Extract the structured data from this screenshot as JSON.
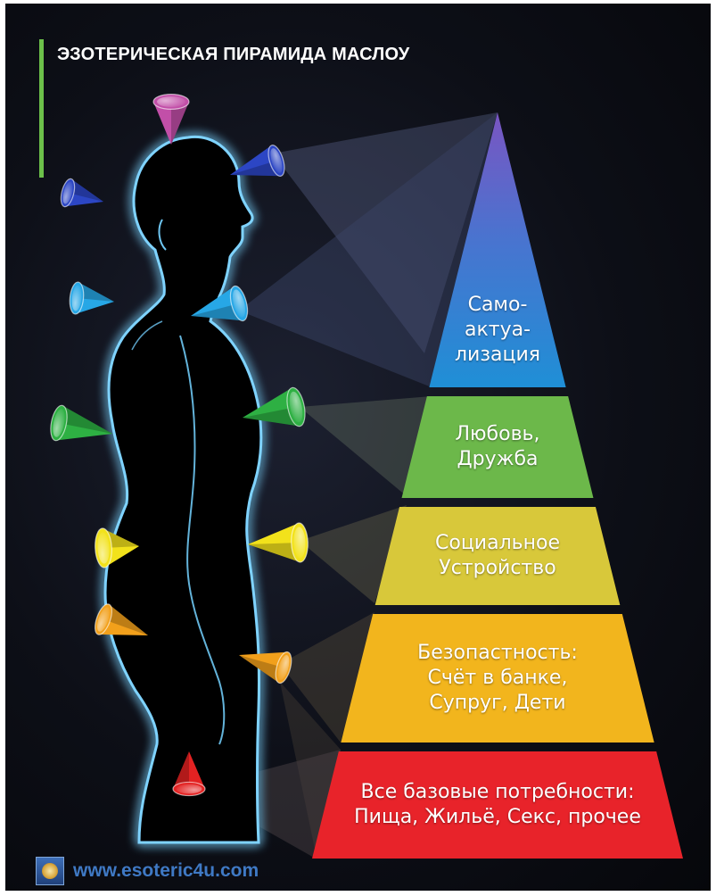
{
  "title": "ЭЗОТЕРИЧЕСКАЯ ПИРАМИДА МАСЛОУ",
  "pyramid": {
    "tiers": [
      {
        "lines": [
          "Все базовые потребности:",
          "Пища, Жильё, Секс, прочее"
        ],
        "color": "#e8232a"
      },
      {
        "lines": [
          "Безопастность:",
          "Счёт в банке,",
          "Супруг, Дети"
        ],
        "color": "#f2b51d"
      },
      {
        "lines": [
          "Социальное",
          "Устройство"
        ],
        "color": "#d8c83a"
      },
      {
        "lines": [
          "Любовь,",
          "Дружба"
        ],
        "color": "#6cb84a"
      },
      {
        "lines": [
          "Само-",
          "актуа-",
          "лизация"
        ],
        "color_bottom": "#1f8fd6",
        "color_top": "#7a55c2"
      }
    ]
  },
  "chakras": [
    {
      "name": "crown-cone",
      "color": "#c24fa8"
    },
    {
      "name": "third-eye-front-cone",
      "color": "#2c46c4"
    },
    {
      "name": "third-eye-back-cone",
      "color": "#2c46c4"
    },
    {
      "name": "throat-back-cone",
      "color": "#27a7e6"
    },
    {
      "name": "throat-front-cone",
      "color": "#27a7e6"
    },
    {
      "name": "heart-back-cone",
      "color": "#2eb043"
    },
    {
      "name": "heart-front-cone",
      "color": "#2eb043"
    },
    {
      "name": "solar-back-cone",
      "color": "#f2e21b"
    },
    {
      "name": "solar-front-cone",
      "color": "#f2e21b"
    },
    {
      "name": "sacral-back-cone",
      "color": "#f2a01b"
    },
    {
      "name": "sacral-front-cone",
      "color": "#f2a01b"
    },
    {
      "name": "root-cone",
      "color": "#e32222"
    }
  ],
  "footer": {
    "url": "www.esoteric4u.com"
  }
}
